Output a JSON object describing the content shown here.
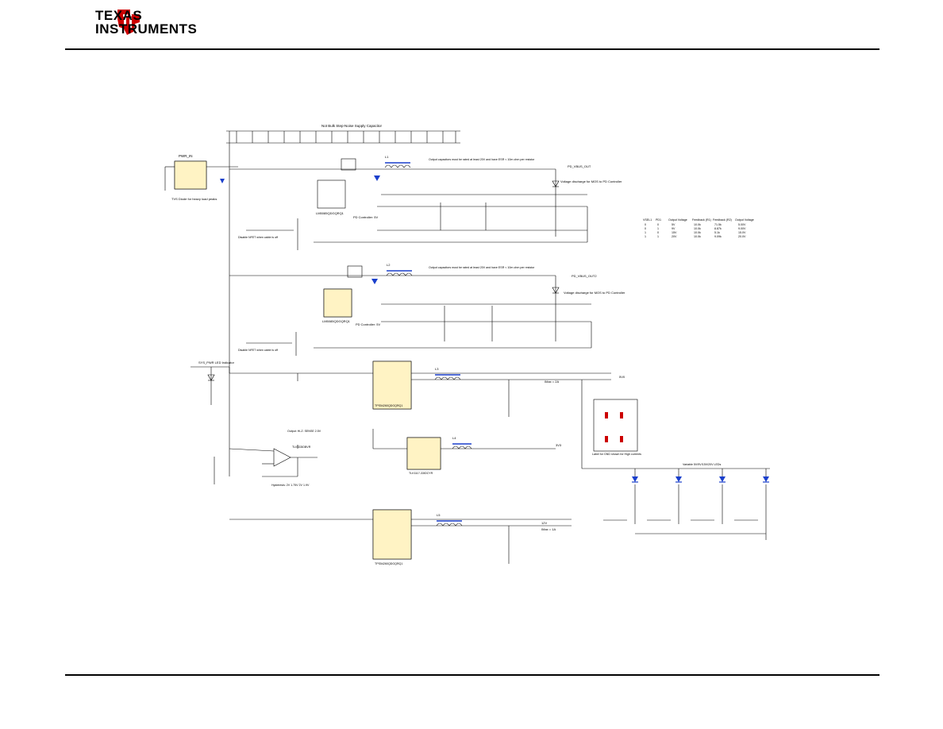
{
  "header": {
    "logo_line1": "TEXAS",
    "logo_line2": "INSTRUMENTS",
    "brand_color": "#cc0000"
  },
  "schematic": {
    "bulk_caps_title": "Not Bulk Step-Noise Supply Capacitor",
    "pwr_in_label": "PWR_IN",
    "tvs_note": "TVS Diode for heavy load peaks",
    "buck1": {
      "ic_name": "LM5085QDGQRQ1",
      "inductor": "L1",
      "output_net": "PD_VBUS_OUT",
      "cap_note": "Output capacitors must be rated at least 20V and have ESR < 10m ohm per resistor",
      "fet_note": "PD Controller: 5V",
      "discharge_note": "Voltage discharge for MOS to PD Controller",
      "enable_label": "Disable NFET when cable is off"
    },
    "buck2": {
      "ic_name": "LM5085QDGQRQ1",
      "inductor": "L2",
      "output_net": "PD_VBUS_OUT2",
      "cap_note": "Output capacitors must be rated at least 20V and have ESR < 10m ohm per resistor",
      "fet_note": "PD Controller: 5V",
      "discharge_note": "Voltage discharge for MOS to PD Controller",
      "enable_label": "Disable NFET when cable is off"
    },
    "pwr_led_note": "SYS_PWR LED Indicator",
    "buck3": {
      "ic_name": "TPS54260QDGQRQ1",
      "inductor": "L3",
      "output_net": "5V0",
      "output_note": "IMax = 2A"
    },
    "ldo": {
      "ic_name": "TLV1117-33IDCYR",
      "inductor": "L4",
      "output_net": "3V3"
    },
    "opamp": {
      "name": "TLV333IDBVR",
      "note": "Output: Hi-Z: SENSE 2.5V",
      "ref_note": "Hysteresis: 2V 1.75V 2V 1.9V"
    },
    "buck4": {
      "ic_name": "TPS54260QDGQRQ1",
      "inductor": "L5",
      "output_net": "12V",
      "output_note": "IMax = 1A"
    },
    "vsel_table": {
      "headers": [
        "VSEL1",
        "PD1",
        "Output Voltage",
        "Feedback (R1)",
        "Feedback (R2)",
        "Output Voltage"
      ],
      "rows": [
        [
          "0",
          "0",
          "5V",
          "10.0k",
          "71.5k",
          "5.00V"
        ],
        [
          "0",
          "1",
          "9V",
          "10.0k",
          "8.87k",
          "9.00V"
        ],
        [
          "1",
          "0",
          "15V",
          "10.0k",
          "5.1k",
          "15.0V"
        ],
        [
          "1",
          "1",
          "20V",
          "10.0k",
          "9.09k",
          "20.0V"
        ]
      ]
    },
    "testpoint_note": "Label for GND shown for High currents",
    "led_bank_note": "Variable 5V/9V/15V/20V LEDs"
  }
}
